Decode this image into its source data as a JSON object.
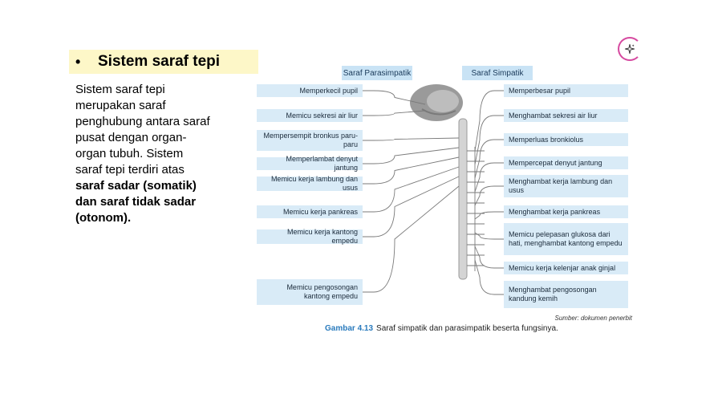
{
  "slide": {
    "bullet": "•",
    "title": "Sistem saraf tepi",
    "body_plain_1": "Sistem saraf tepi merupakan saraf penghubung antara saraf pusat dengan organ-organ tubuh. Sistem saraf tepi terdiri atas ",
    "body_bold_1": "saraf sadar (somatik)",
    "body_plain_2": " ",
    "body_bold_2": "dan saraf tidak sadar (otonom)."
  },
  "diagram": {
    "parasympathetic_header": "Saraf Parasimpatik",
    "sympathetic_header": "Saraf Simpatik",
    "parasympathetic": [
      "Memperkecil pupil",
      "Memicu sekresi air liur",
      "Mempersempit bronkus paru-paru",
      "Memperlambat denyut jantung",
      "Memicu kerja lambung dan usus",
      "Memicu kerja pankreas",
      "Memicu kerja kantong empedu",
      "Memicu pengosongan kantong empedu"
    ],
    "sympathetic": [
      "Memperbesar pupil",
      "Menghambat sekresi air liur",
      "Memperluas bronkiolus",
      "Mempercepat denyut jantung",
      "Menghambat kerja lambung dan usus",
      "Menghambat kerja pankreas",
      "Memicu pelepasan glukosa dari hati, menghambat kantong empedu",
      "Memicu kerja kelenjar anak ginjal",
      "Menghambat pengosongan kandung kemih"
    ],
    "source": "Sumber: dokumen penerbit",
    "figure_number": "Gambar 4.13",
    "caption": "Saraf simpatik dan parasimpatik beserta fungsinya."
  },
  "icons": {
    "magic": "sparkle-icon"
  },
  "colors": {
    "title_highlight": "#fdf7c8",
    "label_fill": "#d9ebf7",
    "header_fill": "#c9e3f5",
    "caption_accent": "#2a7bbd",
    "icon_ring": "#d64aa0"
  }
}
